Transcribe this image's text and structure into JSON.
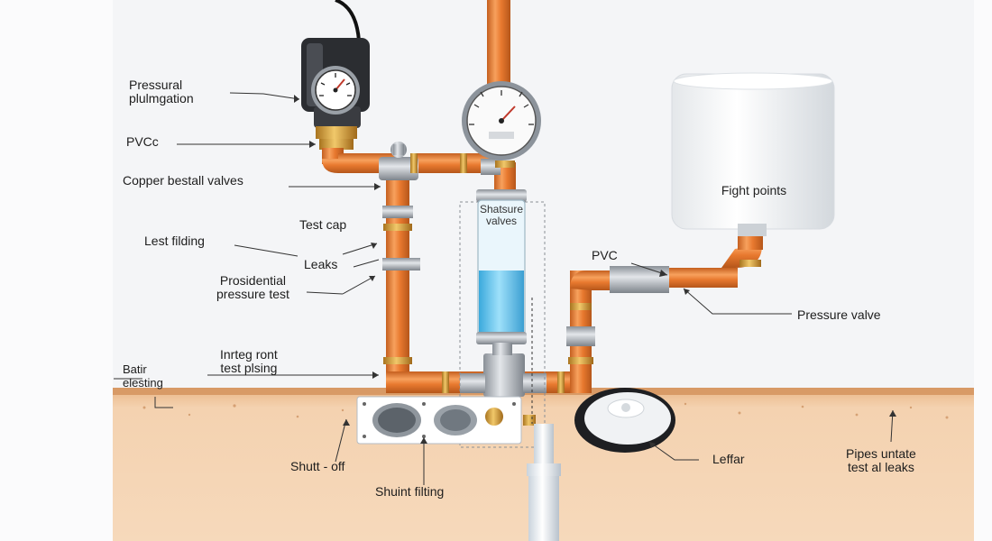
{
  "labels": {
    "pressural": [
      "Pressural",
      "plulmgation"
    ],
    "pvcc": "PVCc",
    "copper": "Copper bestall valves",
    "test_cap": "Test cap",
    "lest": "Lest filding",
    "leaks": "Leaks",
    "presidential": [
      "Prosidential",
      "pressure test"
    ],
    "interg": [
      "Inrteg ront",
      "test plsing"
    ],
    "bath": [
      "Batir",
      "elesting"
    ],
    "shutt_off": "Shutt - off",
    "shuint": "Shuint filting",
    "glass": [
      "Shatsure",
      "valves"
    ],
    "tank": "Fight points",
    "pvc": "PVC",
    "pressure_valve": "Pressure valve",
    "leffar": "Leffar",
    "pipes": [
      "Pipes untate",
      "test al leaks"
    ]
  },
  "colors": {
    "copper": "#e8792f",
    "copper_dark": "#b5561a",
    "soil": "#f3ceaa",
    "brass": "#d9a441",
    "water": "#5fc3ec",
    "steel": "#b9bec5"
  },
  "icons": [
    "pressure-gauge-icon",
    "regulator-icon",
    "water-tank-icon",
    "test-cylinder-icon",
    "shutoff-valve-icon",
    "drain-cap-icon"
  ]
}
